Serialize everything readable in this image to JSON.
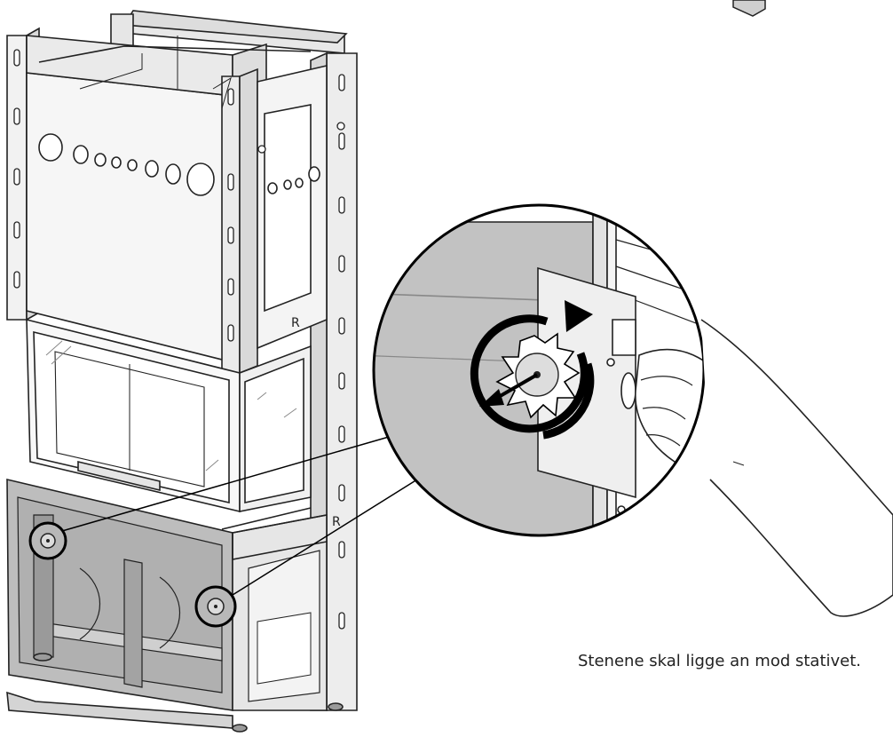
{
  "caption": "Stenene skal ligge an mod stativet.",
  "frame_markings": {
    "upper_letter": "R",
    "lower_letter": "R"
  },
  "colors": {
    "line": "#222222",
    "frame_fill": "#efefef",
    "panel_grey": "#bdbdbd",
    "stone_grey": "#dcdcdc",
    "arrow": "#000000"
  },
  "icons": {
    "rotation": "rotate-arrow-icon",
    "direction": "arrow-left-icon"
  }
}
